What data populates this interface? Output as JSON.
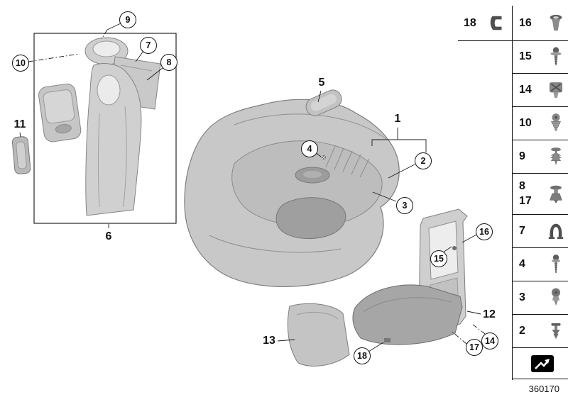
{
  "figure": {
    "doc_number": "360170"
  },
  "callouts": {
    "c2": {
      "label": "2"
    },
    "c3": {
      "label": "3"
    },
    "c4": {
      "label": "4"
    },
    "c7": {
      "label": "7"
    },
    "c8": {
      "label": "8"
    },
    "c9": {
      "label": "9"
    },
    "c10": {
      "label": "10"
    },
    "c14": {
      "label": "14"
    },
    "c15": {
      "label": "15"
    },
    "c16": {
      "label": "16"
    },
    "c17": {
      "label": "17"
    },
    "c18": {
      "label": "18"
    }
  },
  "labels": {
    "l1": {
      "text": "1"
    },
    "l5": {
      "text": "5"
    },
    "l6": {
      "text": "6"
    },
    "l11": {
      "text": "11"
    },
    "l12": {
      "text": "12"
    },
    "l13": {
      "text": "13"
    }
  },
  "parts_table": {
    "cells": [
      {
        "label": "18",
        "icon": "spring-clip-icon"
      },
      {
        "label": "16",
        "icon": "grommet-icon"
      },
      {
        "label": "15",
        "icon": "screw-washer-icon"
      },
      {
        "label": "14",
        "icon": "plastic-nut-icon"
      },
      {
        "label": "10",
        "icon": "screw-grommet-icon"
      },
      {
        "label": "9",
        "icon": "expanding-clip-icon"
      },
      {
        "label": "8",
        "label2": "17",
        "icon": "expanding-rivet-icon"
      },
      {
        "label": "7",
        "icon": "metal-clip-icon"
      },
      {
        "label": "4",
        "icon": "screw-icon"
      },
      {
        "label": "3",
        "icon": "rivet-icon"
      },
      {
        "label": "2",
        "icon": "clip-icon"
      },
      {
        "label": "",
        "icon": "cross-reference-arrow-icon"
      }
    ]
  }
}
